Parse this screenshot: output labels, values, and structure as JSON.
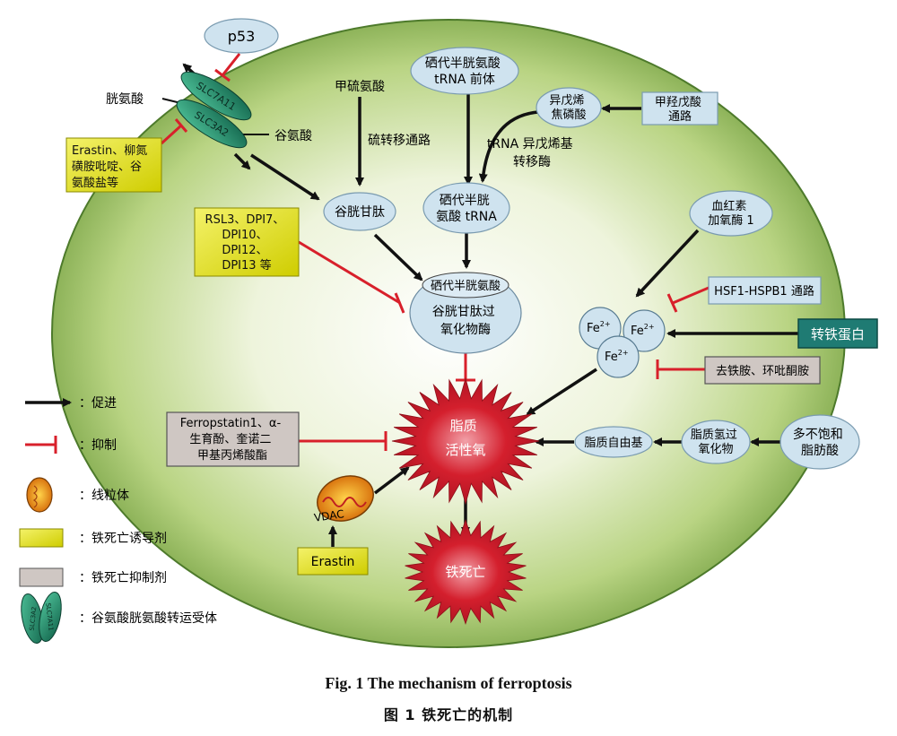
{
  "nodes": {
    "p53": "p53",
    "slc7a11": "SLC7A11",
    "slc3a2": "SLC3A2",
    "cystine": "胱氨酸",
    "glutamate": "谷氨酸",
    "erastin_box": [
      "Erastin、柳氮",
      "磺胺吡啶、谷",
      "氨酸盐等"
    ],
    "methionine": "甲硫氨酸",
    "transsulfuration": "硫转移通路",
    "sec_trna_precursor": [
      "硒代半胱氨酸",
      "tRNA 前体"
    ],
    "ipp": [
      "异戊烯",
      "焦磷酸"
    ],
    "mevalonate": [
      "甲羟戊酸",
      "通路"
    ],
    "trna_transferase": [
      "tRNA 异戊烯基",
      "转移酶"
    ],
    "gsh": "谷胱甘肽",
    "sec_trna": [
      "硒代半胱",
      "氨酸 tRNA"
    ],
    "rsl3_box": [
      "RSL3、DPI7、",
      "DPI10、",
      "DPI12、",
      "DPI13 等"
    ],
    "gpx4": [
      "硒代半胱氨酸",
      "谷胱甘肽过",
      "氧化物酶"
    ],
    "ho1": [
      "血红素",
      "加氧酶 1"
    ],
    "hsf1": "HSF1-HSPB1 通路",
    "fe1": "Fe",
    "fe2": "Fe",
    "fe3": "Fe",
    "fe_charge": "2+",
    "transferrin": "转铁蛋白",
    "dfo": "去铁胺、环吡酮胺",
    "ferrostatin_box": [
      "Ferropstatin1、α-",
      "生育酚、奎诺二",
      "甲基丙烯酸酯"
    ],
    "lipid_ros": [
      "脂质",
      "活性氧"
    ],
    "lipid_radical": "脂质自由基",
    "lipid_peroxide": [
      "脂质氢过",
      "氧化物"
    ],
    "pufa": [
      "多不饱和",
      "脂肪酸"
    ],
    "vdac": "VDAC",
    "erastin2": "Erastin",
    "ferroptosis": "铁死亡"
  },
  "legend": {
    "promote": "：促进",
    "inhibit": "：抑制",
    "mito": "：线粒体",
    "inducer": "：铁死亡诱导剂",
    "inhibitor": "：铁死亡抑制剂",
    "transporter": "：谷氨酸胱氨酸转运受体",
    "icon_slc_a": "SLC7A11",
    "icon_slc_b": "SLC3A2"
  },
  "caption": {
    "en": "Fig. 1    The mechanism of ferroptosis",
    "zh": "图 1    铁死亡的机制"
  },
  "colors": {
    "inducer_fill": "#e6e60a",
    "inhibitor_fill": "#cfc7c3",
    "node_fill": "#cfe3ef",
    "activator_fill": "#1f7b73",
    "inhibit_red": "#d8202b",
    "star_red": "#d41f2d",
    "transporter_green": "#1e8a6a"
  }
}
